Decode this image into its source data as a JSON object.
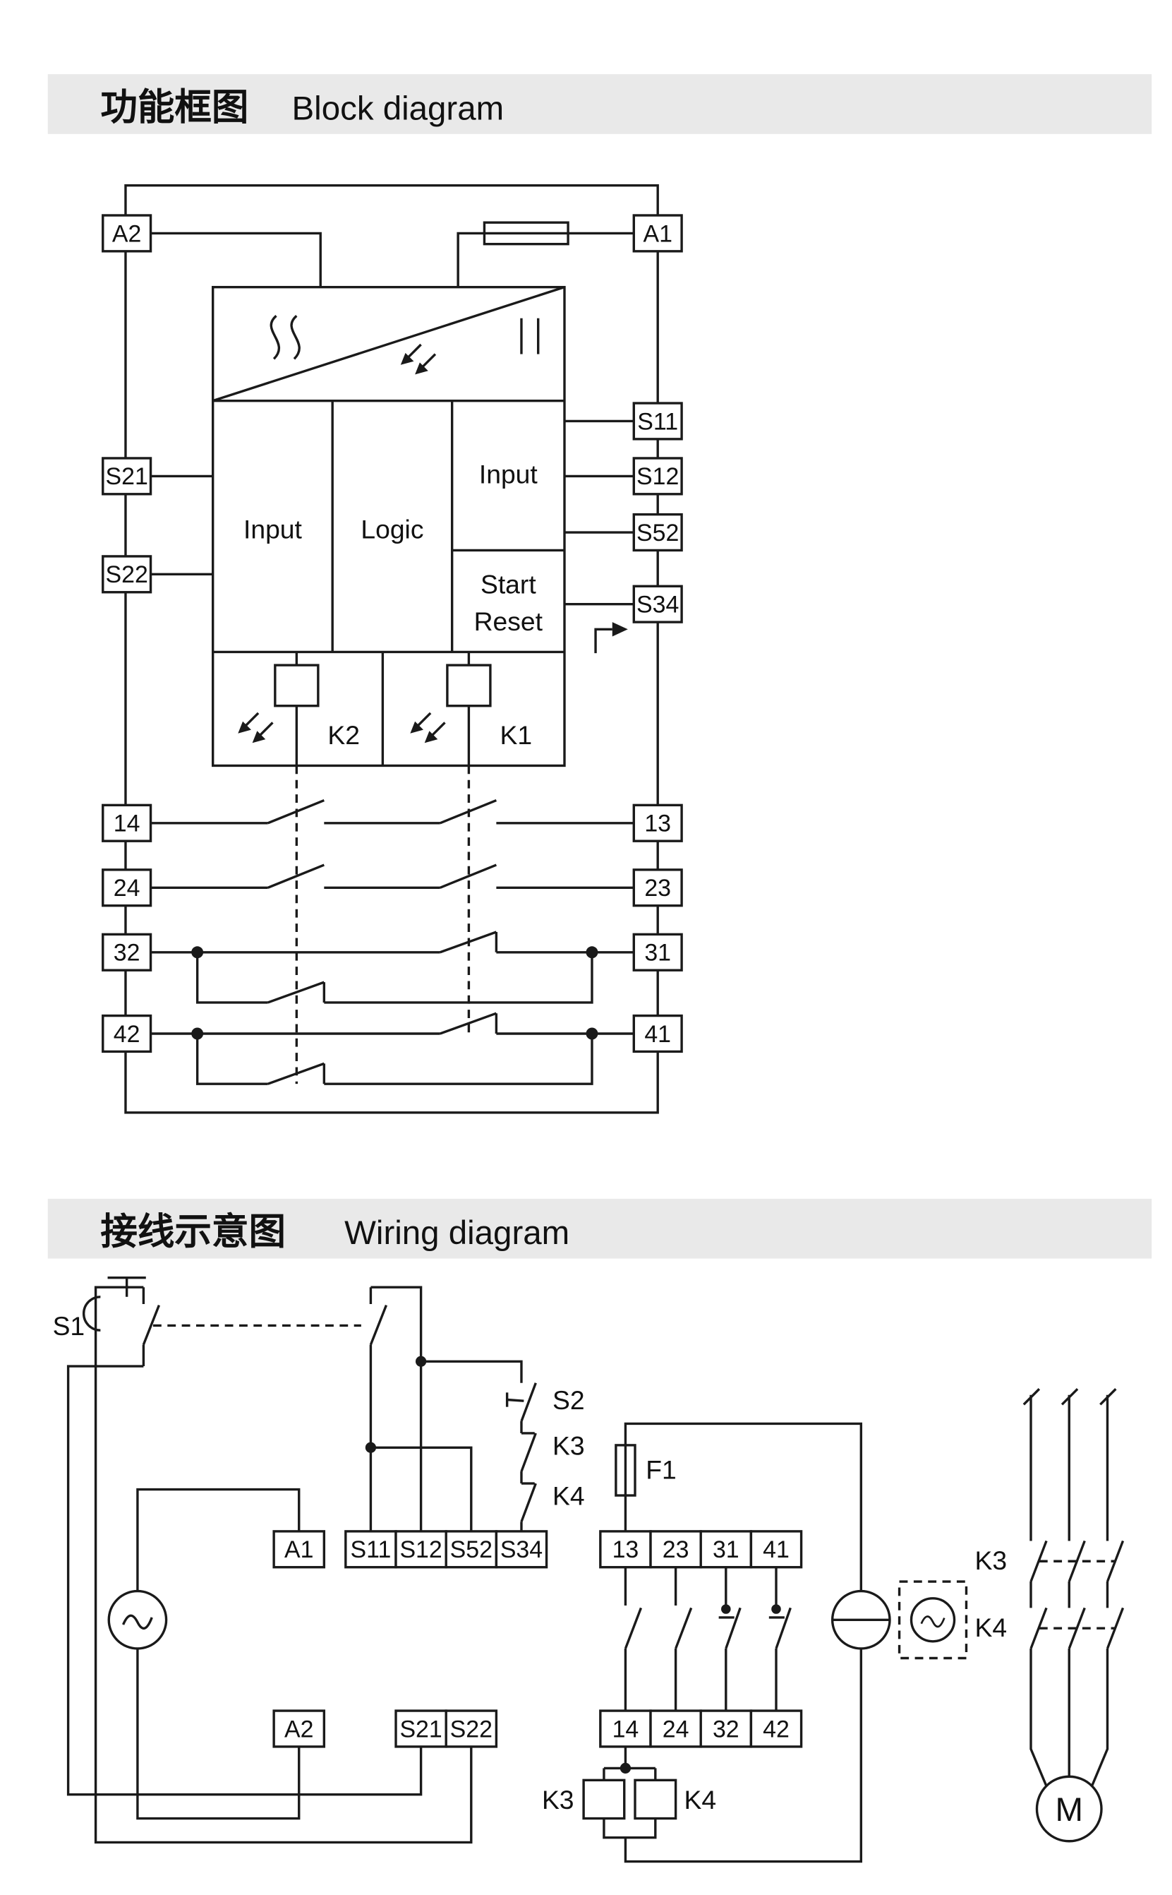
{
  "colors": {
    "line": "#1a1a1a",
    "text": "#111111",
    "bar_bg": "#e9e9e9"
  },
  "sections": {
    "block": {
      "title_zh": "功能框图",
      "title_en": "Block diagram"
    },
    "wiring": {
      "title_zh": "接线示意图",
      "title_en": "Wiring diagram"
    }
  },
  "block": {
    "left_terminals": [
      "A2",
      "S21",
      "S22",
      "14",
      "24",
      "32",
      "42"
    ],
    "right_terminals": [
      "A1",
      "S11",
      "S12",
      "S52",
      "S34",
      "13",
      "23",
      "31",
      "41"
    ],
    "labels": {
      "input1": "Input",
      "logic": "Logic",
      "input2": "Input",
      "start": "Start",
      "reset": "Reset",
      "k2": "K2",
      "k1": "K1"
    }
  },
  "wiring": {
    "top_terminals": [
      "A1",
      "S11",
      "S12",
      "S52",
      "S34",
      "13",
      "23",
      "31",
      "41"
    ],
    "bottom_terminals": [
      "A2",
      "S21",
      "S22",
      "14",
      "24",
      "32",
      "42"
    ],
    "labels": {
      "s1": "S1",
      "s2": "S2",
      "k3_feedback": "K3",
      "k4_feedback": "K4",
      "f1": "F1",
      "k3_coil": "K3",
      "k4_coil": "K4",
      "k3_contactor": "K3",
      "k4_contactor": "K4",
      "motor": "M"
    }
  }
}
